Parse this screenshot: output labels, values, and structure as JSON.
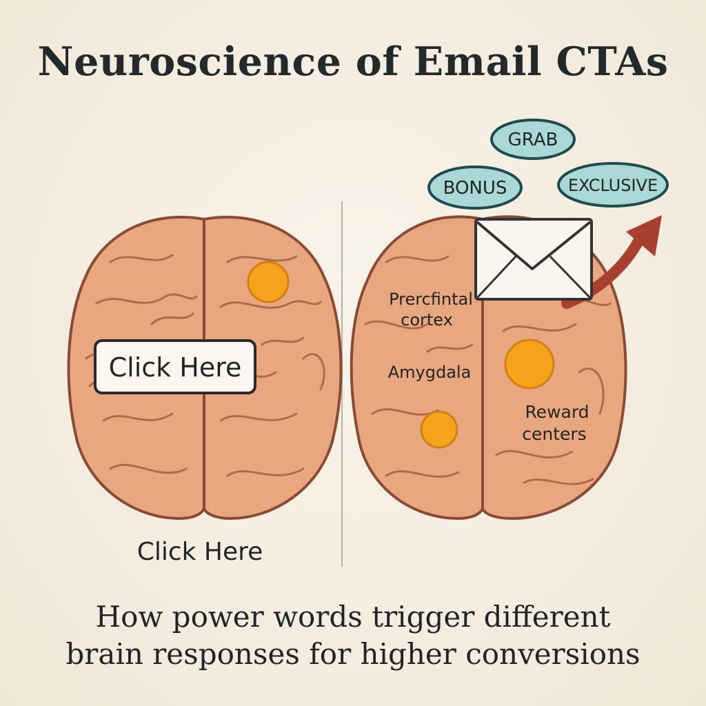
{
  "title": "Neuroscience of Email CTAs",
  "left_panel": {
    "button_label": "Click Here",
    "caption": "Click Here"
  },
  "right_panel": {
    "power_words": [
      "GRAB",
      "BONUS",
      "EXCLUSIVE"
    ],
    "labels": {
      "prefrontal_line1": "Prercfintal",
      "prefrontal_line2": "cortex",
      "amygdala": "Amygdala",
      "reward_line1": "Reward",
      "reward_line2": "centers"
    },
    "icon": "envelope-icon",
    "arrow_icon": "trend-arrow-icon"
  },
  "subtitle_line1": "How power words trigger different",
  "subtitle_line2": "brain responses for higher conversions",
  "colors": {
    "brain_fill": "#e8a77f",
    "brain_outline": "#8a4a33",
    "hotspot": "#f6a31c",
    "bubble_fill": "#a9d8d6",
    "bubble_outline": "#1e4b50",
    "arrow": "#a8402f"
  }
}
